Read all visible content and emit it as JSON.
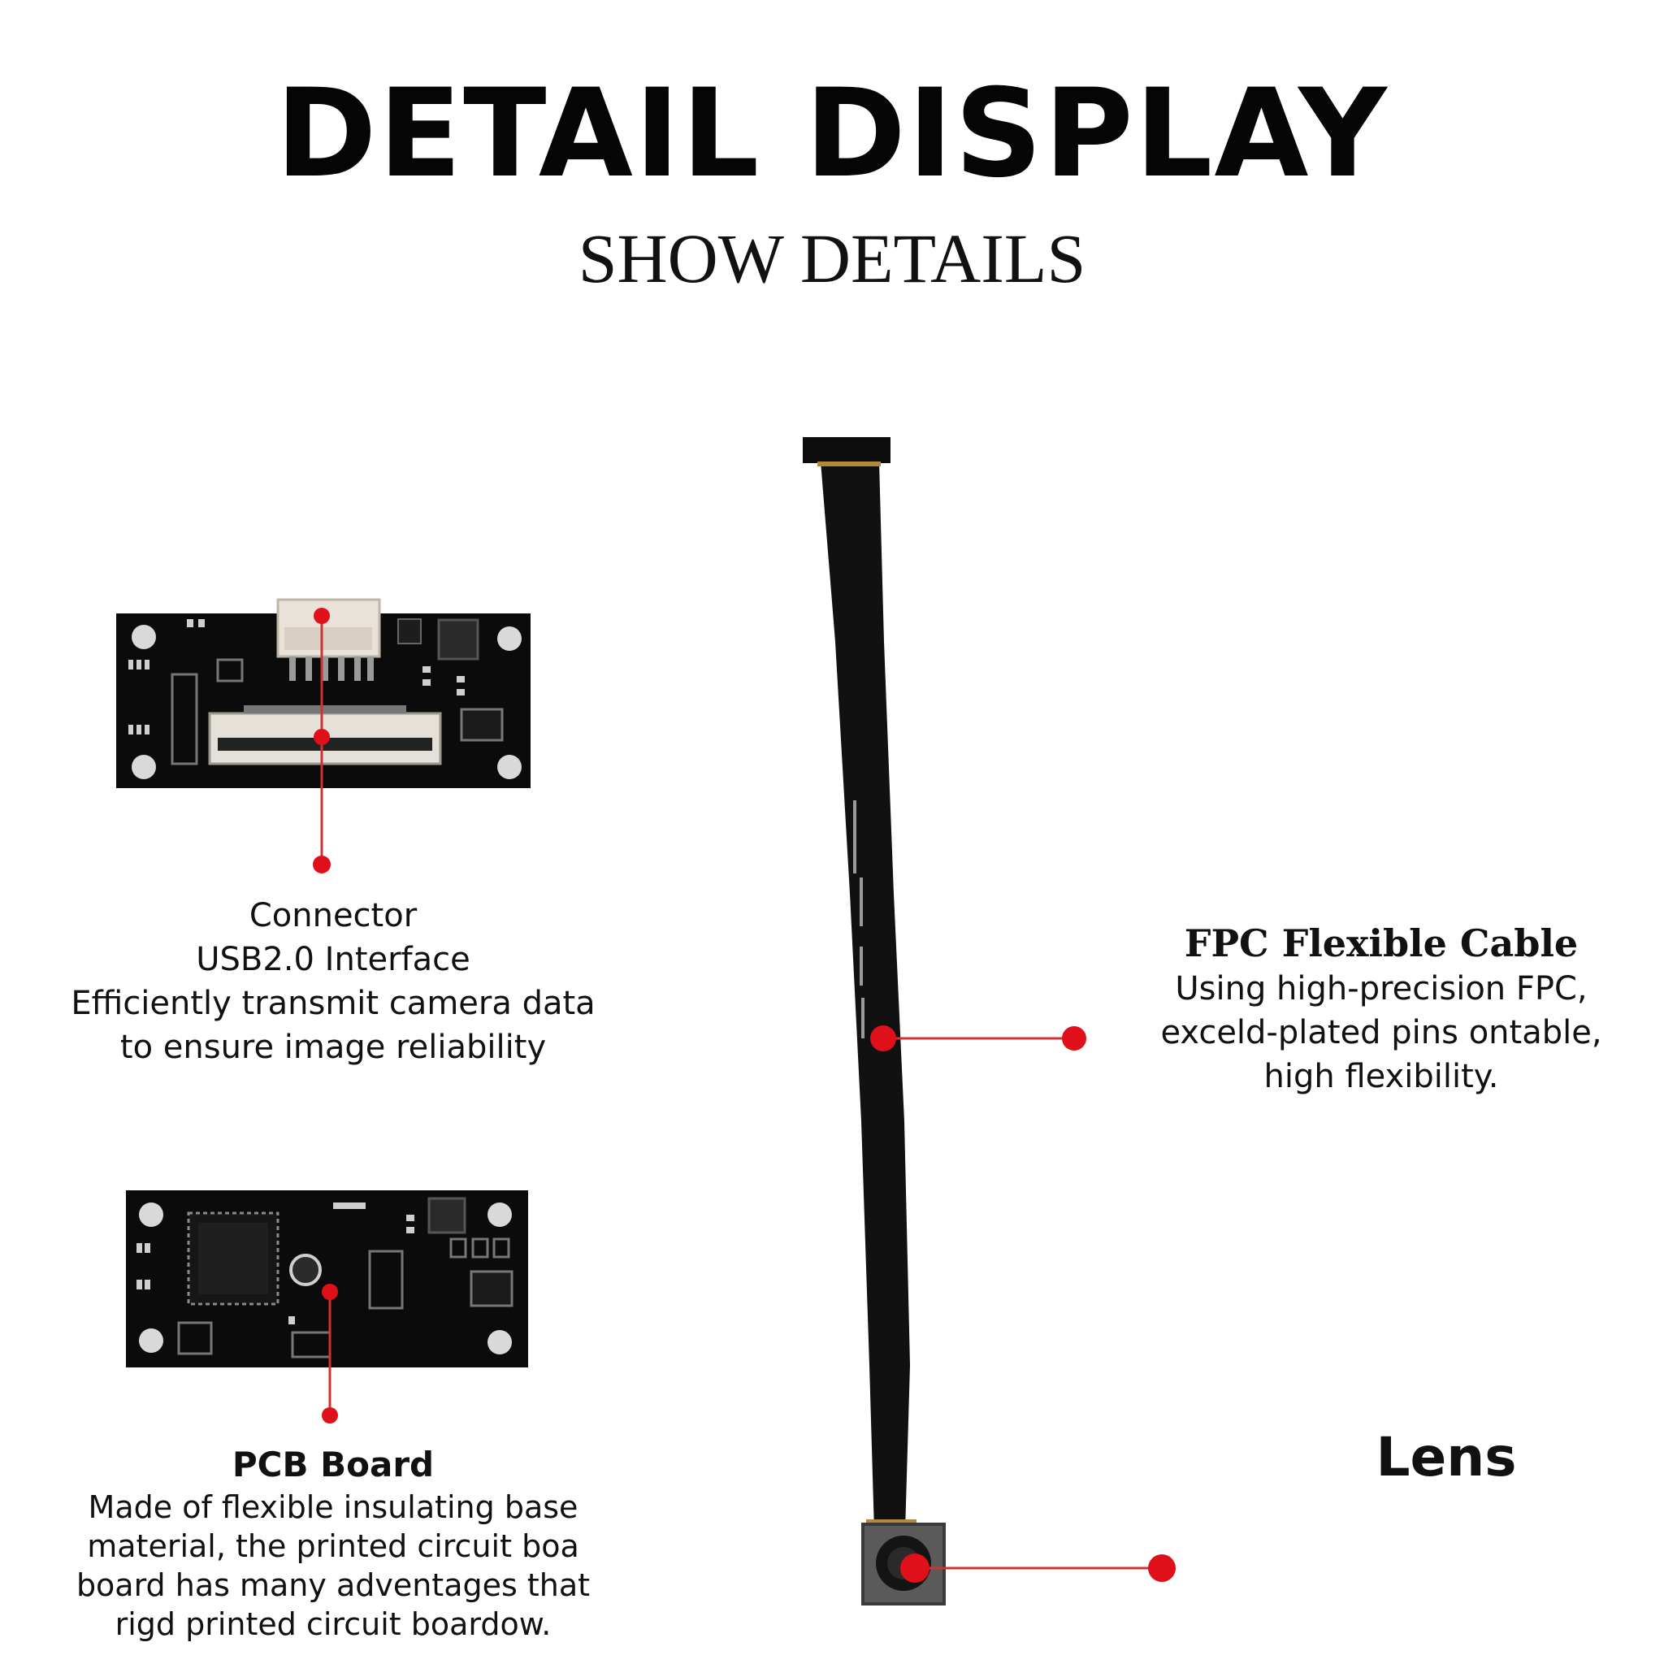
{
  "header": {
    "title": "DETAIL DISPLAY",
    "subtitle": "SHOW DETAILS"
  },
  "connector": {
    "line1": "Connector",
    "line2": "USB2.0 Interface",
    "line3": "Efficiently transmit camera data",
    "line4": "to ensure image reliability"
  },
  "fpc": {
    "heading": "FPC Flexible Cable",
    "line1": "Using high-precision FPC,",
    "line2": "exceld-plated pins ontable,",
    "line3": "high flexibility."
  },
  "pcb": {
    "heading": "PCB Board",
    "line1": "Made of flexible insulating base",
    "line2": "material, the printed circuit boa",
    "line3": "board has many adventages that",
    "line4": "rigd printed circuit boardow."
  },
  "lens": {
    "label": "Lens"
  },
  "colors": {
    "callout": "#e0101a",
    "board": "#0c0c0c",
    "background": "#ffffff"
  }
}
